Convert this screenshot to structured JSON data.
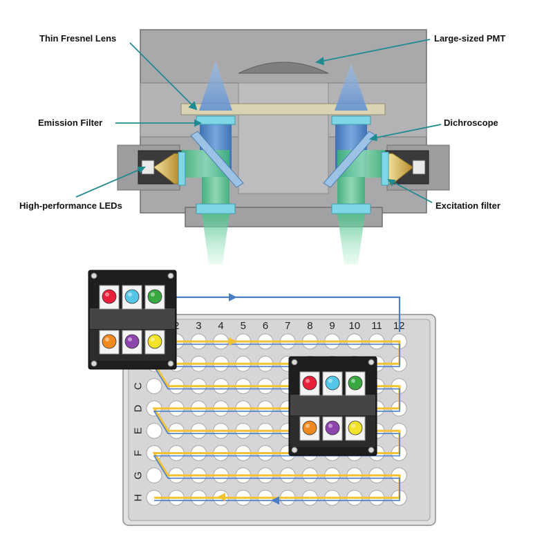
{
  "labels": {
    "fresnel_lens": "Thin Fresnel Lens",
    "pmt": "Large-sized PMT",
    "emission_filter": "Emission Filter",
    "dichroscope": "Dichroscope",
    "leds": "High-performance LEDs",
    "excitation_filter": "Excitation filter"
  },
  "plate": {
    "columns": [
      "2",
      "3",
      "4",
      "5",
      "6",
      "7",
      "8",
      "9",
      "10",
      "11",
      "12"
    ],
    "rows": [
      "C",
      "D",
      "E",
      "F",
      "G",
      "H"
    ],
    "well_rows": 8,
    "well_cols": 12
  },
  "detector_module": {
    "led_colors": [
      "#e8203a",
      "#54c6e8",
      "#3aa840",
      "#f08a1e",
      "#8e44ad",
      "#f2e22a"
    ]
  },
  "colors": {
    "housing": "#a9a9ab",
    "beam_blue": "#4f86c6",
    "beam_green": "#4cc08a",
    "leader": "#1f8a8f",
    "path_blue": "#4a7fc8",
    "path_yellow": "#f2c232"
  }
}
